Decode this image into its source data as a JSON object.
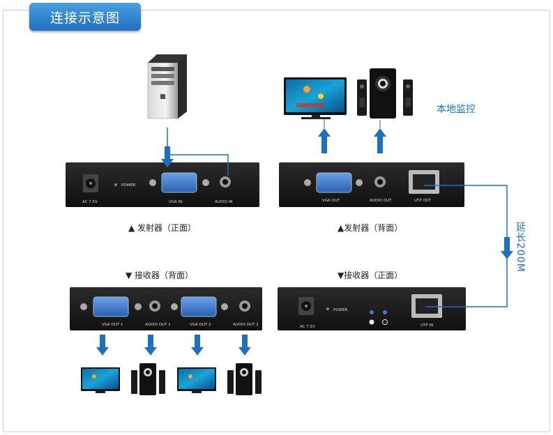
{
  "header": {
    "title": "连接示意图"
  },
  "labels": {
    "local_monitor": "本地监控",
    "extend": "延长200M",
    "tx_front": "▲ 发射器（正面）",
    "tx_back": "▲发射器（背面）",
    "rx_back": "▼ 接收器（背面）",
    "rx_front": "▼接收器（正面）"
  },
  "ports": {
    "ac": "AC 7.5V",
    "power": "POWER",
    "vga_in": "VGA IN",
    "audio_in": "AUDIO IN",
    "vga_out": "VGA OUT",
    "audio_out": "AUDIO OUT",
    "utp_out": "UTP OUT",
    "utp_in": "UTP IN",
    "vga_out1": "VGA OUT 1",
    "audio_out1": "AUDIO OUT 1",
    "vga_out2": "VGA OUT 2",
    "audio_out2": "AUDIO OUT 2"
  },
  "colors": {
    "accent": "#1f6fbf",
    "box": "#1a1a1a"
  }
}
